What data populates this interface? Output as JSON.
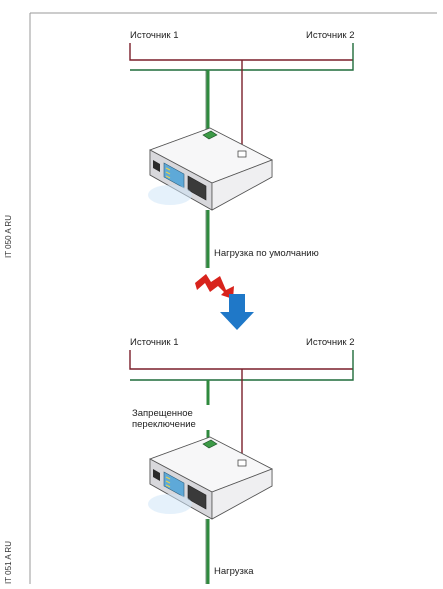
{
  "top": {
    "source1": "Источник 1",
    "source2": "Источник 2",
    "load_label": "Нагрузка по умолчанию",
    "code": "IT 050 A RU"
  },
  "bottom": {
    "source1": "Источник 1",
    "source2": "Источник 2",
    "forbidden_line1": "Запрещенное",
    "forbidden_line2": "переключение",
    "load_label": "Нагрузка",
    "code": "IT 051 A RU"
  },
  "colors": {
    "frame": "#9a9a9a",
    "source1_line": "#7a1e2a",
    "source2_line": "#1f6b3a",
    "load_line": "#2f8a3e",
    "arrow_blue": "#1f78c8",
    "arrow_red": "#d8231c"
  }
}
